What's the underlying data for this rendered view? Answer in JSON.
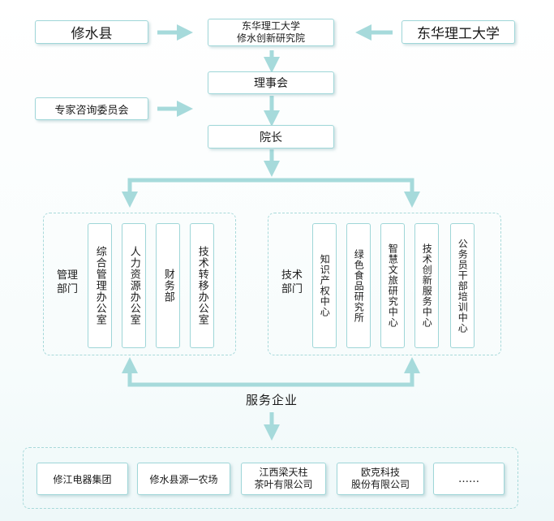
{
  "top": {
    "left_party": "修水县",
    "center": "东华理工大学\n修水创新研究院",
    "right_party": "东华理工大学"
  },
  "board": "理事会",
  "advisory": "专家咨询委员会",
  "president": "院长",
  "management": {
    "label": "管理\n部门",
    "units": [
      "综合管理办公室",
      "人力资源办公室",
      "财务部",
      "技术转移办公室"
    ]
  },
  "technical": {
    "label": "技术\n部门",
    "units": [
      "知识产权中心",
      "绿色食品研究所",
      "智慧文旅研究中心",
      "技术创新服务中心",
      "公务员干部培训中心"
    ]
  },
  "service_label": "服务企业",
  "companies": [
    "修江电器集团",
    "修水县源一农场",
    "江西梁天柱\n茶叶有限公司",
    "欧克科技\n股份有限公司",
    "……"
  ],
  "colors": {
    "accent": "#9fd6d8",
    "arrow": "#a6dadb"
  }
}
